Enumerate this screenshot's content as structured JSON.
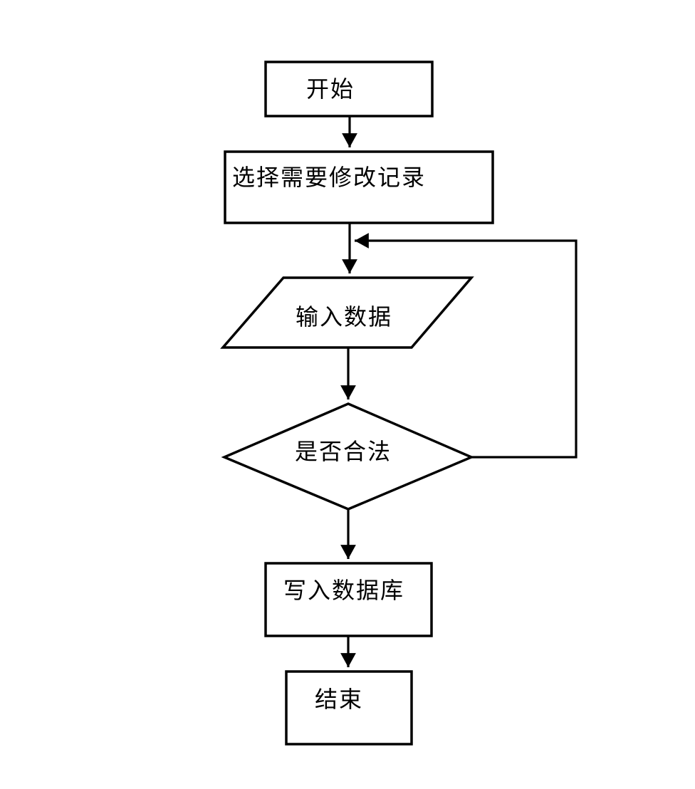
{
  "flowchart": {
    "description": "Record modification process flowchart",
    "colors": {
      "stroke": "#000000",
      "shape_fill": "#ffffff",
      "background": "#ffffff",
      "text": "#000000"
    },
    "nodes": [
      {
        "id": "start",
        "type": "rectangle",
        "label": "开始"
      },
      {
        "id": "select-record",
        "type": "rectangle",
        "label": "选择需要修改记录"
      },
      {
        "id": "input-data",
        "type": "parallelogram",
        "label": "输入数据"
      },
      {
        "id": "is-valid",
        "type": "diamond",
        "label": "是否合法"
      },
      {
        "id": "write-db",
        "type": "rectangle",
        "label": "写入数据库"
      },
      {
        "id": "end",
        "type": "rectangle",
        "label": "结束"
      }
    ],
    "edges": [
      {
        "from": "start",
        "to": "select-record"
      },
      {
        "from": "select-record",
        "to": "input-data"
      },
      {
        "from": "input-data",
        "to": "is-valid"
      },
      {
        "from": "is-valid",
        "to": "write-db"
      },
      {
        "from": "write-db",
        "to": "end"
      },
      {
        "from": "is-valid",
        "to": "input-data",
        "kind": "loop-back"
      }
    ]
  }
}
